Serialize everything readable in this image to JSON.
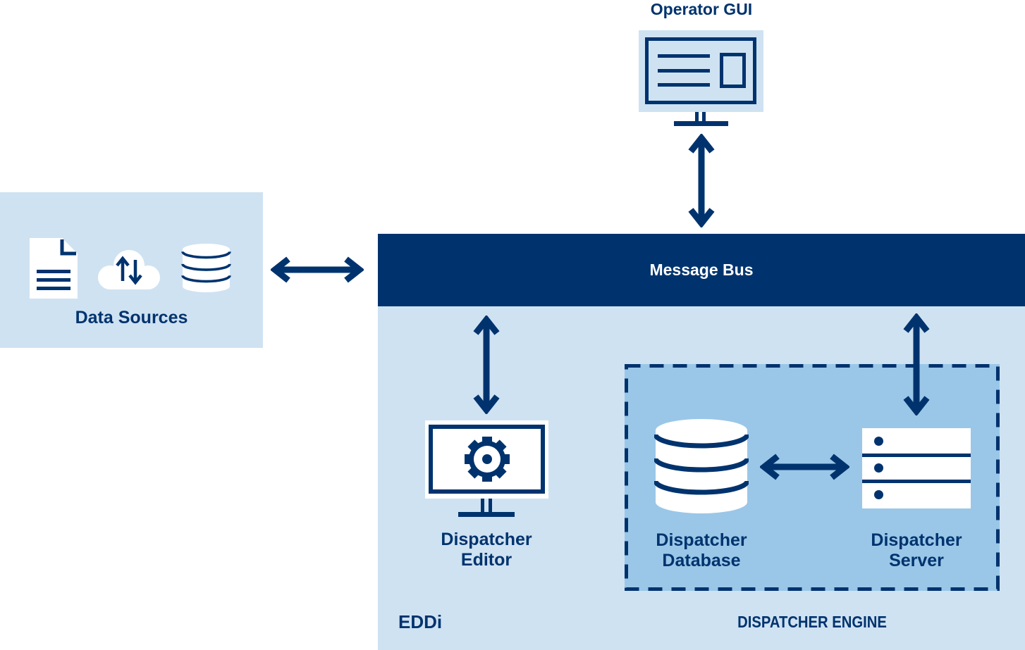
{
  "colors": {
    "navy": "#00336E",
    "light_blue": "#CFE2F2",
    "medium_blue": "#9AC7E8",
    "white": "#FFFFFF"
  },
  "nodes": {
    "operator_gui": {
      "label": "Operator GUI",
      "icon": "monitor-icon"
    },
    "message_bus": {
      "label": "Message Bus"
    },
    "data_sources": {
      "label": "Data Sources",
      "icons": [
        "document-icon",
        "cloud-transfer-icon",
        "database-icon"
      ]
    },
    "eddi": {
      "label": "EDDi"
    },
    "dispatcher_editor": {
      "line1": "Dispatcher",
      "line2": "Editor",
      "icon": "monitor-gear-icon"
    },
    "dispatcher_engine": {
      "label": "DISPATCHER ENGINE"
    },
    "dispatcher_database": {
      "line1": "Dispatcher",
      "line2": "Database",
      "icon": "database-icon"
    },
    "dispatcher_server": {
      "line1": "Dispatcher",
      "line2": "Server",
      "icon": "server-icon"
    }
  },
  "connections": [
    {
      "from": "operator_gui",
      "to": "message_bus",
      "type": "double-arrow-vertical"
    },
    {
      "from": "data_sources",
      "to": "message_bus",
      "type": "double-arrow-horizontal"
    },
    {
      "from": "message_bus",
      "to": "dispatcher_editor",
      "type": "double-arrow-vertical"
    },
    {
      "from": "message_bus",
      "to": "dispatcher_server",
      "type": "double-arrow-vertical"
    },
    {
      "from": "dispatcher_database",
      "to": "dispatcher_server",
      "type": "double-arrow-horizontal"
    }
  ]
}
